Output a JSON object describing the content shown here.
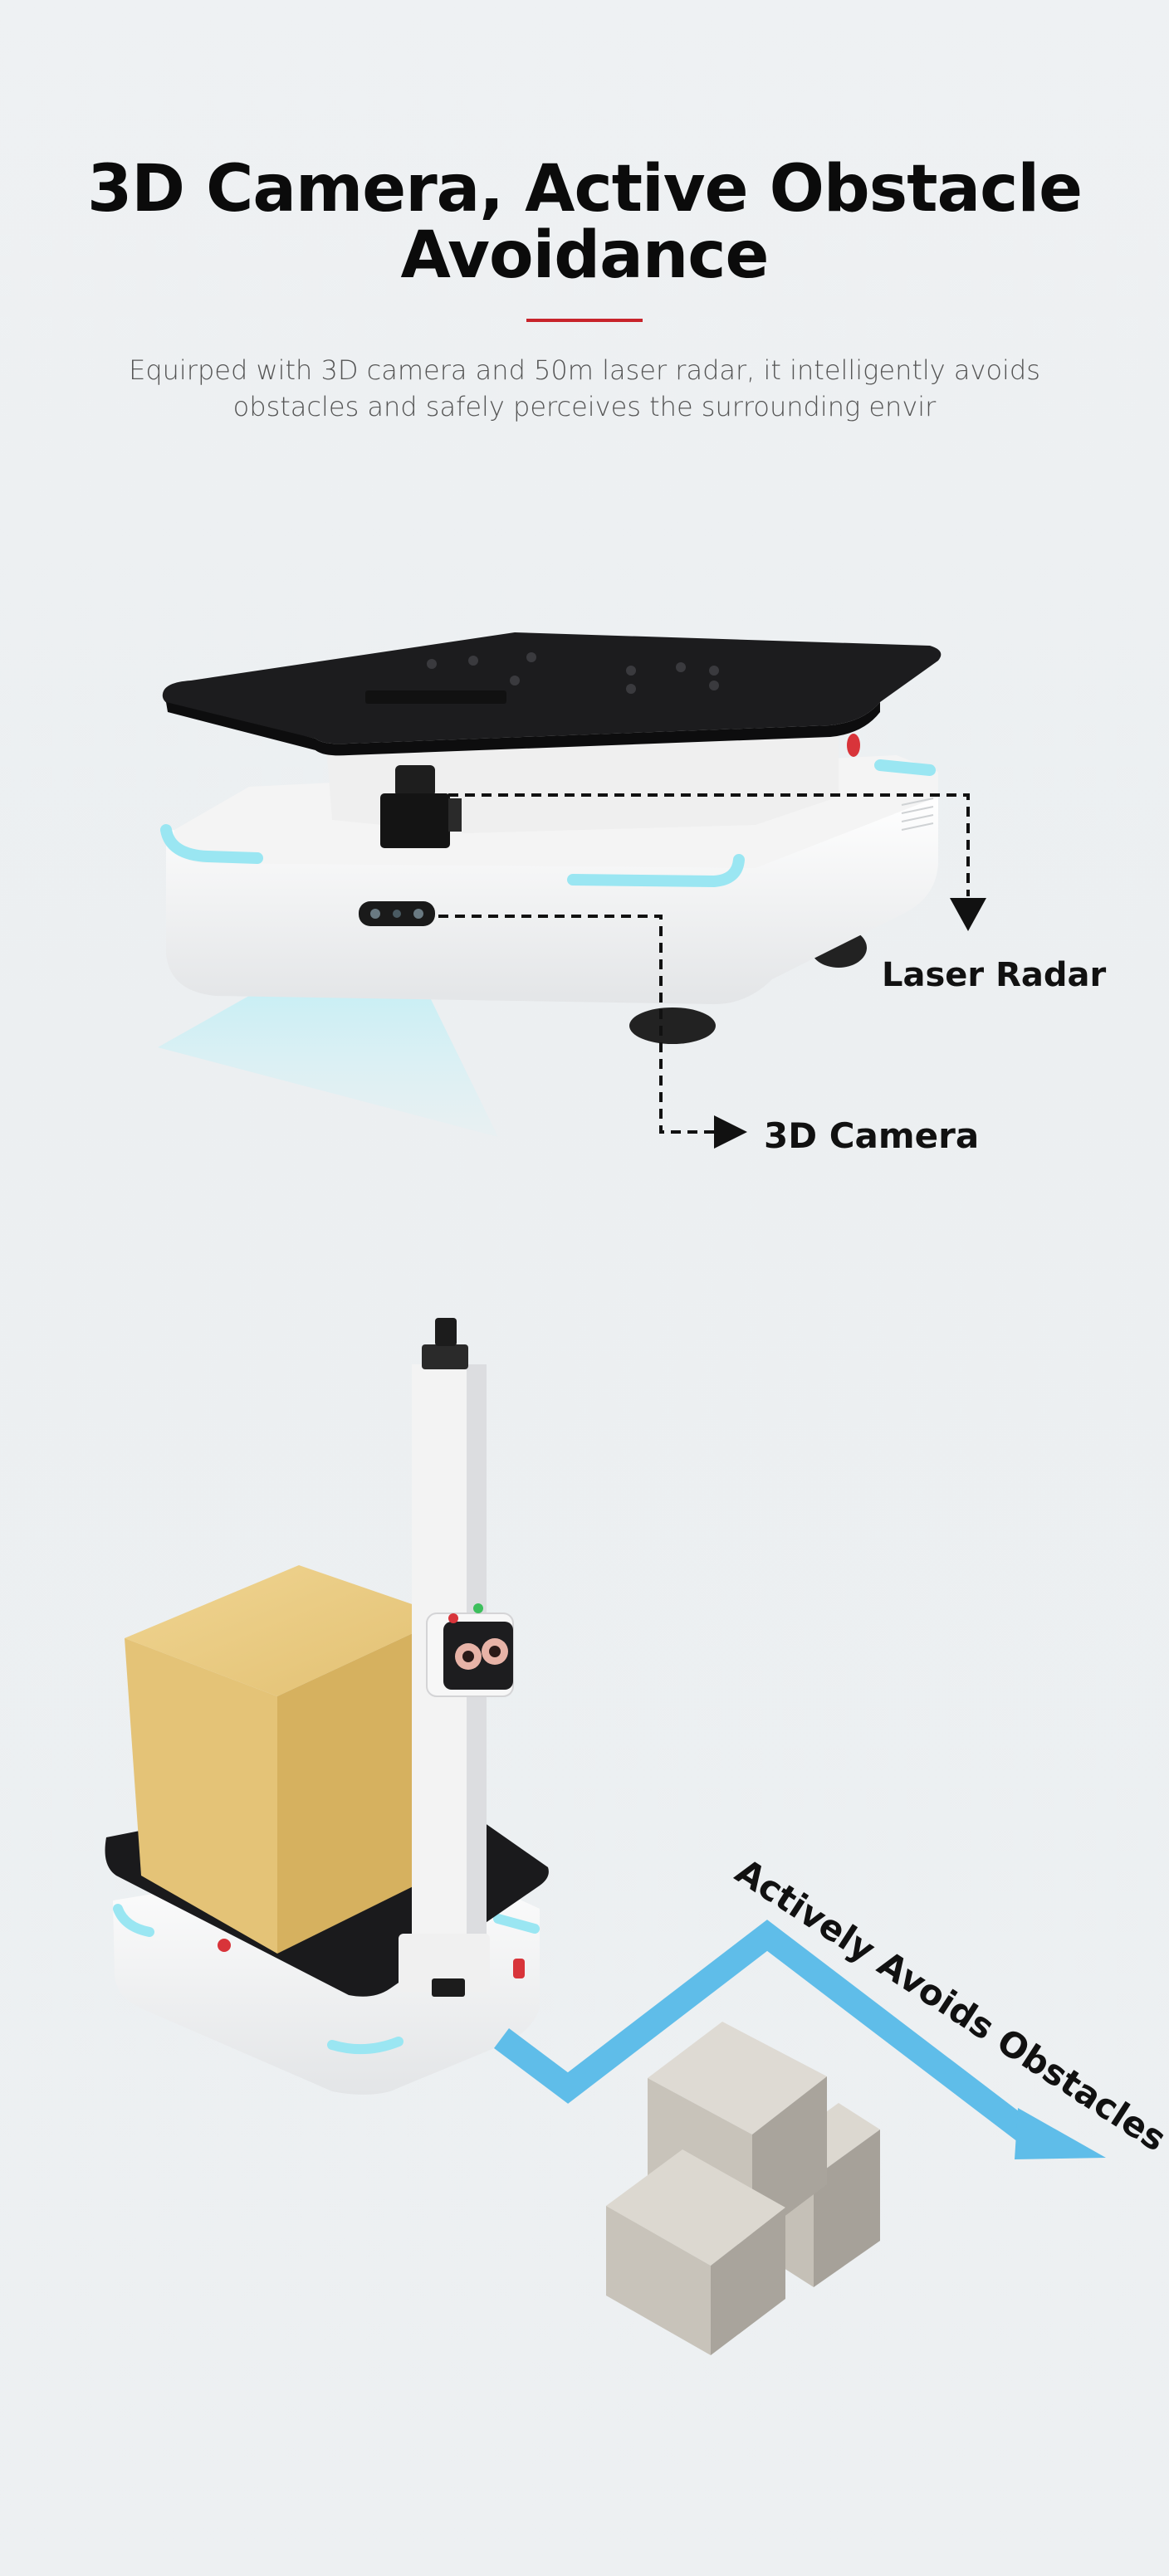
{
  "header": {
    "title_line1": "3D Camera, Active Obstacle",
    "title_line2": "Avoidance",
    "subtitle_line1": "Equirped with 3D camera and 50m laser radar, it intelligently avoids",
    "subtitle_line2": "obstacles and safely perceives the surrounding envir",
    "accent_color": "#c8242b"
  },
  "callouts": {
    "laser_radar": "Laser Radar",
    "camera": "3D Camera",
    "avoid": "Actively Avoids Obstacles"
  },
  "colors": {
    "platform_top": "#1c1c1e",
    "body_white": "#f7f7f7",
    "glow": "#9ae6f2",
    "arrow": "#5fbde9",
    "box": "#e6c57a",
    "obstacle": "#c9c4bb"
  }
}
